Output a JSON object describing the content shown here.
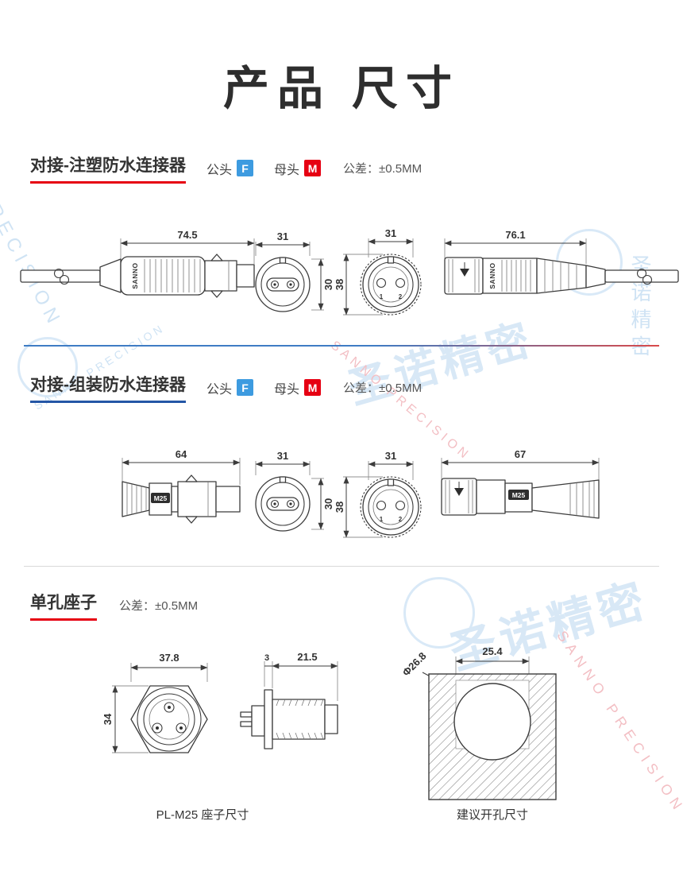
{
  "page": {
    "title": "产品 尺寸"
  },
  "sections": {
    "s1": {
      "heading": "对接-注塑防水连接器",
      "male_label": "公头",
      "male_badge": "F",
      "female_label": "母头",
      "female_badge": "M",
      "tolerance": "公差：±0.5MM",
      "brand": "SANNO",
      "pin1": "1",
      "pin2": "2",
      "dims": {
        "male_len": "74.5",
        "front_w": "31",
        "front_h": "30",
        "ffront_w": "31",
        "ffront_h": "38",
        "female_len": "76.1"
      }
    },
    "s2": {
      "heading": "对接-组装防水连接器",
      "male_label": "公头",
      "male_badge": "F",
      "female_label": "母头",
      "female_badge": "M",
      "tolerance": "公差：±0.5MM",
      "thread": "M25",
      "pin1": "1",
      "pin2": "2",
      "dims": {
        "male_len": "64",
        "front_w": "31",
        "front_h": "30",
        "ffront_w": "31",
        "ffront_h": "38",
        "female_len": "67"
      }
    },
    "s3": {
      "heading": "单孔座子",
      "tolerance": "公差：±0.5MM",
      "dims": {
        "front_w": "37.8",
        "front_h": "34",
        "flange": "3",
        "side_len": "21.5",
        "hole_dia": "Φ26.8",
        "hole_w": "25.4"
      },
      "captions": {
        "socket": "PL-M25 座子尺寸",
        "hole": "建议开孔尺寸"
      }
    }
  },
  "watermarks": {
    "cn": "圣诺精密",
    "en": "SANNO PRECISION",
    "en_short": "PRECISION"
  },
  "colors": {
    "red": "#e60012",
    "blue": "#2456a6",
    "badge_f": "#3d9be0",
    "badge_m": "#e60012"
  }
}
